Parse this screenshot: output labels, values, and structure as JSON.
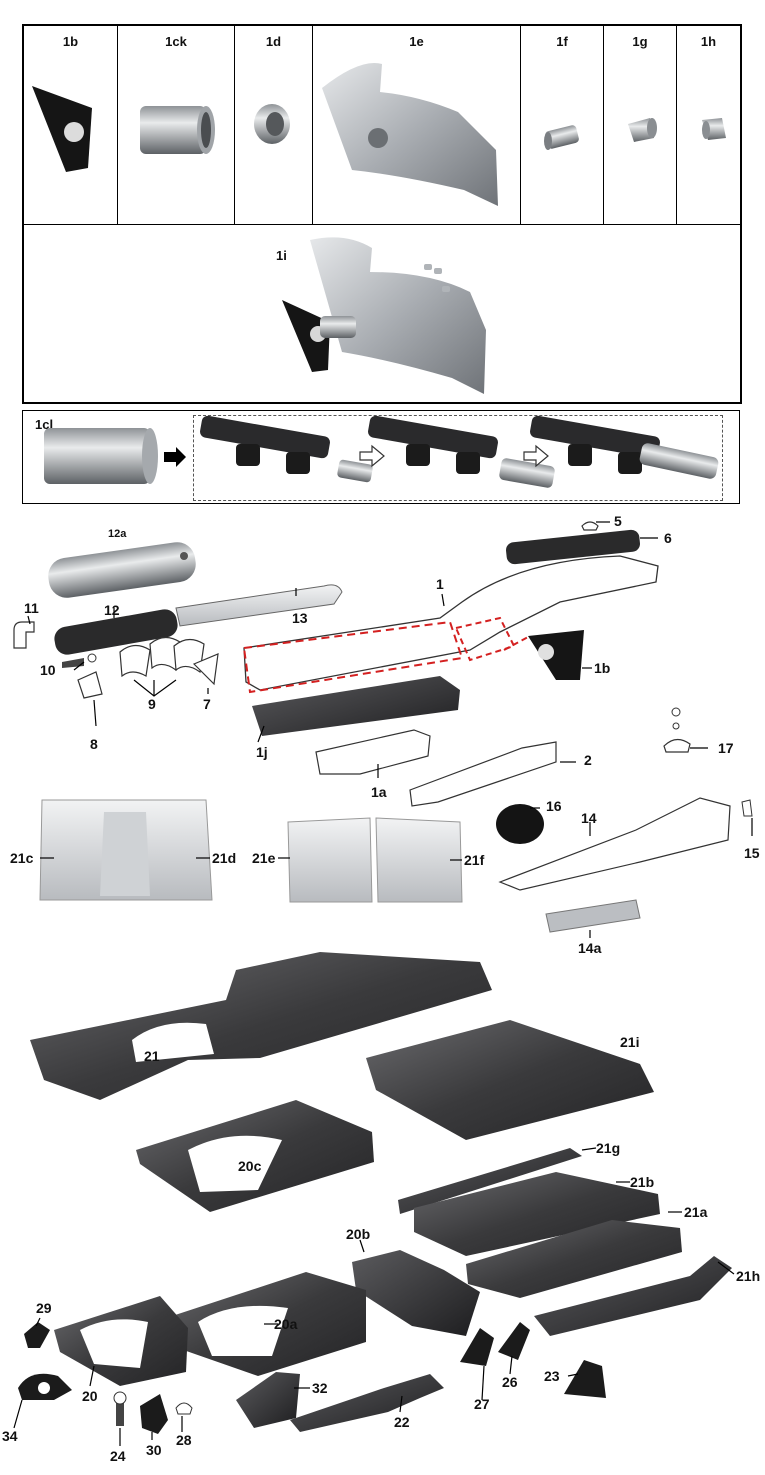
{
  "top_table": {
    "cells": [
      {
        "label": "1b"
      },
      {
        "label": "1ck"
      },
      {
        "label": "1d"
      },
      {
        "label": "1e"
      },
      {
        "label": "1f"
      },
      {
        "label": "1g"
      },
      {
        "label": "1h"
      }
    ],
    "assembly_label": "1i"
  },
  "retrofit_box": {
    "label": "1cl"
  },
  "callouts": {
    "c12a": "12a",
    "c5": "5",
    "c6": "6",
    "c1": "1",
    "c11": "11",
    "c12": "12",
    "c13": "13",
    "c10": "10",
    "c9": "9",
    "c7": "7",
    "c8": "8",
    "c1b": "1b",
    "c1j": "1j",
    "c1a": "1a",
    "c2": "2",
    "c17": "17",
    "c16": "16",
    "c14": "14",
    "c15": "15",
    "c14a": "14a",
    "c21c": "21c",
    "c21d": "21d",
    "c21e": "21e",
    "c21f": "21f",
    "c21": "21",
    "c21i": "21i",
    "c20c": "20c",
    "c21g": "21g",
    "c21b": "21b",
    "c21a": "21a",
    "c20b": "20b",
    "c21h": "21h",
    "c29": "29",
    "c20a": "20a",
    "c20": "20",
    "c34": "34",
    "c32": "32",
    "c22": "22",
    "c27": "27",
    "c26": "26",
    "c23": "23",
    "c24": "24",
    "c30": "30",
    "c28": "28"
  },
  "colors": {
    "steel": "#b9bcc0",
    "dark_steel": "#3a3a3c",
    "black_part": "#1c1c1c",
    "red_dash": "#d42020"
  }
}
